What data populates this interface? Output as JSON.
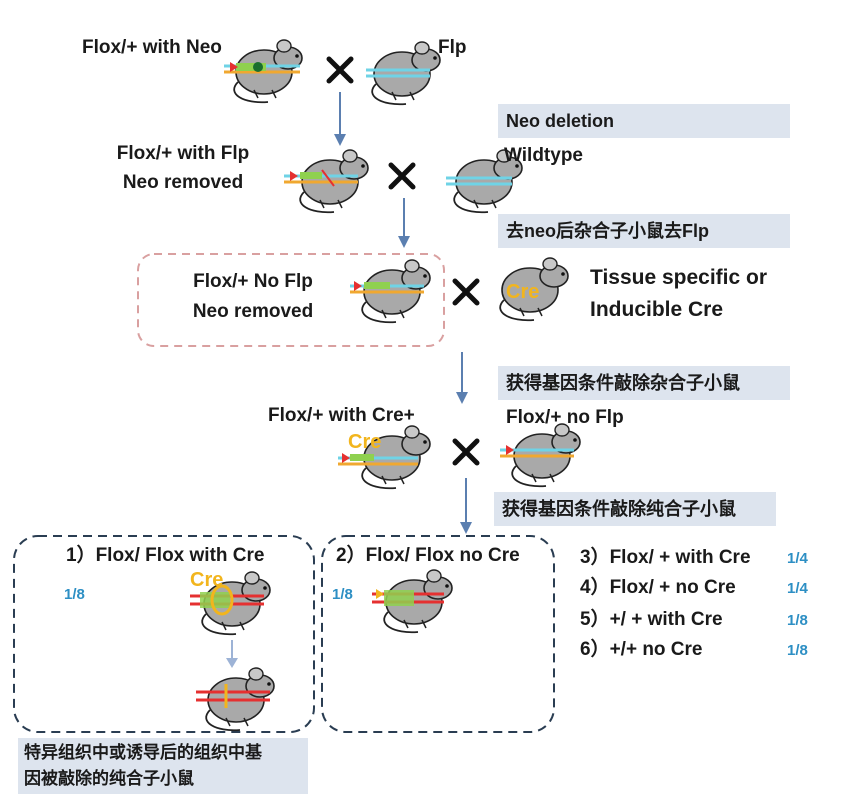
{
  "row1": {
    "left_label": "Flox/+ with Neo",
    "right_label": "Flp"
  },
  "step1": "Neo deletion",
  "row2": {
    "left_line1": "Flox/+ with Flp",
    "left_line2": "Neo removed",
    "right_label": "Wildtype"
  },
  "step2": "去neo后杂合子小鼠去Flp",
  "row3": {
    "left_line1": "Flox/+ No Flp",
    "left_line2": "Neo removed",
    "right_line1": "Tissue specific or",
    "right_line2": "Inducible Cre",
    "cre_tag": "Cre"
  },
  "step3": "获得基因条件敲除杂合子小鼠",
  "row4": {
    "left_label": "Flox/+ with Cre+",
    "right_label": "Flox/+ no Flp",
    "cre_tag": "Cre"
  },
  "step4": "获得基因条件敲除纯合子小鼠",
  "box1": {
    "title": "1）Flox/ Flox with Cre",
    "fraction": "1/8",
    "cre_tag": "Cre"
  },
  "box2": {
    "title": "2）Flox/ Flox no Cre",
    "fraction": "1/8"
  },
  "outcomes": [
    {
      "label": "3）Flox/ + with Cre",
      "fraction": "1/4"
    },
    {
      "label": "4）Flox/ + no Cre",
      "fraction": "1/4"
    },
    {
      "label": "5）+/ + with Cre",
      "fraction": "1/8"
    },
    {
      "label": "6）+/+  no Cre",
      "fraction": "1/8"
    }
  ],
  "bottom_caption_line1": "特异组织中或诱导后的组织中基",
  "bottom_caption_line2": "因被敲除的纯合子小鼠",
  "colors": {
    "step_bg": "#dde4ee",
    "arrow": "#5b7fb0",
    "fraction": "#2d8fc4",
    "cre": "#f2b51d",
    "mouse": "#a9a9a9"
  }
}
